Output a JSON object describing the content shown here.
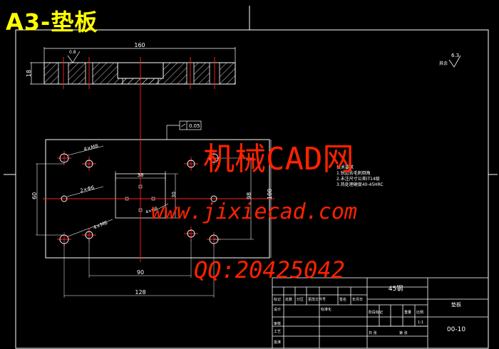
{
  "title": "A3-垫板",
  "watermark": {
    "line1": "机械CAD网",
    "line2": "www.jixiecad.com",
    "line3": "QQ:20425042"
  },
  "section_view": {
    "width_dim": "160",
    "height_dim": "18",
    "roughness": "0.8"
  },
  "plan_view": {
    "flatness": "0.05",
    "pocket_width": "38",
    "pocket_height": "30",
    "hole_note_top": "4×M8",
    "hole_note_mid": "2×Φ6",
    "hole_note_bottom": "4×M6",
    "hole_note_center": "4×Φ8",
    "dim_left": "60",
    "dim_right_inner": "98",
    "dim_right_outer": "100",
    "dim_90": "90",
    "dim_128": "128"
  },
  "roughness_other": {
    "value": "6.3",
    "label": "其余"
  },
  "tech_notes": {
    "heading": "技术要求",
    "items": [
      "1.锐边去毛刺倒角",
      "2.未注尺寸公差IT14级",
      "3.热处理硬度40-45HRC"
    ]
  },
  "title_block": {
    "material": "45钢",
    "part_name": "垫板",
    "drawing_no": "00-10",
    "scale": "1:1",
    "row_labels": [
      "标记",
      "处数",
      "分区",
      "更改文件号",
      "签名",
      "年月日"
    ],
    "role_labels": [
      "设计",
      "审核",
      "工艺",
      "批准"
    ],
    "std_label": "标准化",
    "stage_labels": [
      "阶段标记",
      "重量",
      "比例"
    ],
    "bottom_labels": [
      "共 张",
      "第 张"
    ]
  }
}
